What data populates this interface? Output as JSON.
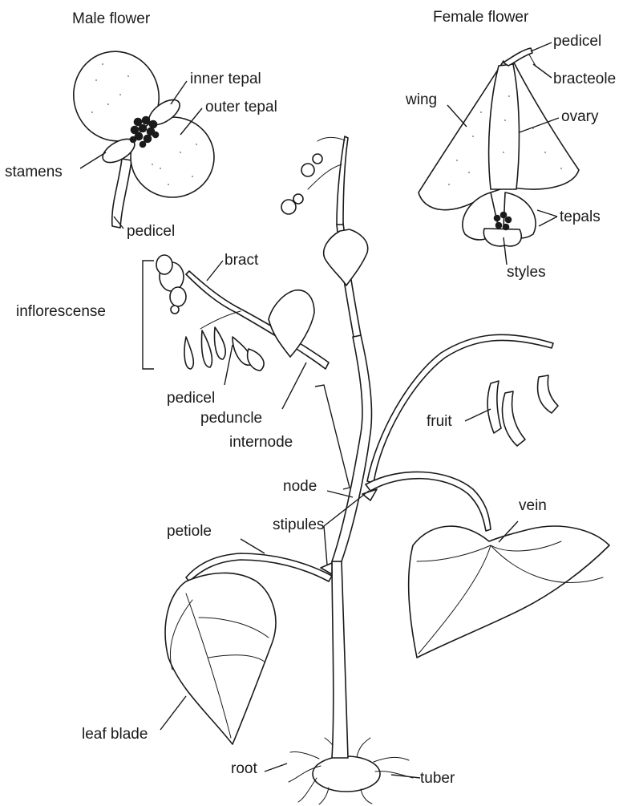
{
  "headings": {
    "male_flower": "Male flower",
    "female_flower": "Female flower"
  },
  "labels": {
    "inner_tepal": "inner tepal",
    "outer_tepal": "outer tepal",
    "stamens": "stamens",
    "male_pedicel": "pedicel",
    "female_pedicel": "pedicel",
    "bracteole": "bracteole",
    "wing": "wing",
    "ovary": "ovary",
    "tepals": "tepals",
    "styles": "styles",
    "bract": "bract",
    "inflorescense": "inflorescense",
    "pedicel": "pedicel",
    "peduncle": "peduncle",
    "internode": "internode",
    "fruit": "fruit",
    "node": "node",
    "vein": "vein",
    "petiole": "petiole",
    "stipules": "stipules",
    "leaf_blade": "leaf blade",
    "root": "root",
    "tuber": "tuber"
  },
  "colors": {
    "ink": "#1a1a1a",
    "paper": "#ffffff"
  }
}
